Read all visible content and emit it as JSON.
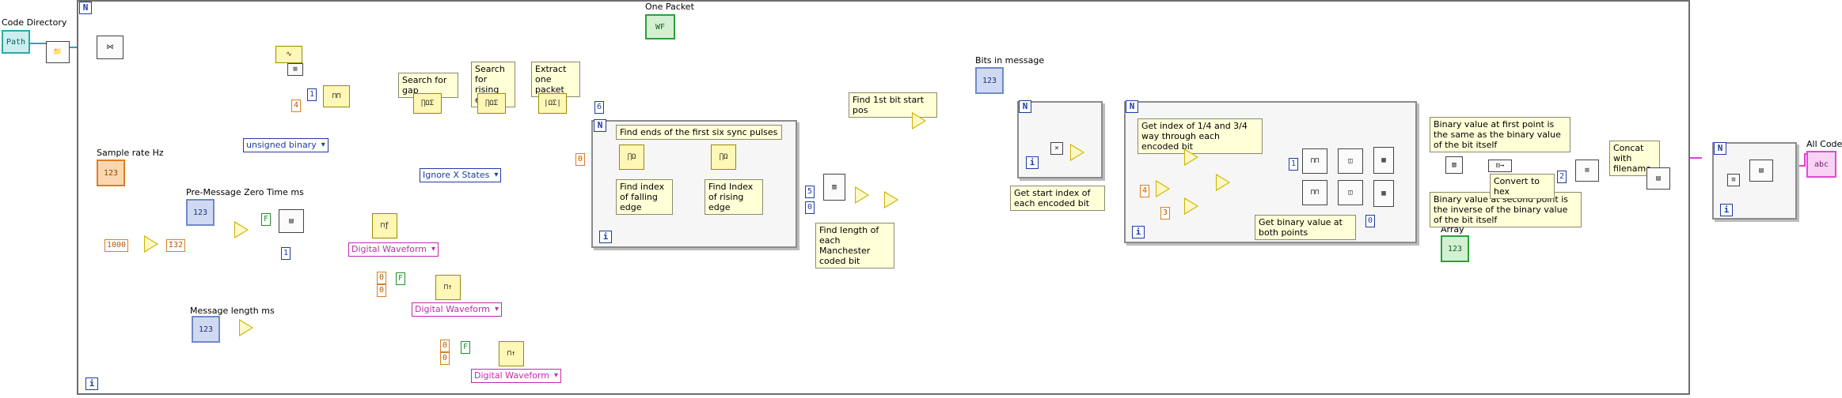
{
  "labels": {
    "code_directory": "Code Directory",
    "one_packet": "One Packet",
    "sample_rate": "Sample rate Hz",
    "pre_message_zero": "Pre-Message Zero Time ms",
    "message_length": "Message length ms",
    "bits_in_message": "Bits in message",
    "all_codes": "All Codes",
    "array": "Array"
  },
  "notes": {
    "search_gap": "Search for gap",
    "search_rising": "Search for rising edge",
    "extract_packet": "Extract one packet",
    "find_ends": "Find ends of the first six sync pulses",
    "find_falling": "Find index of falling edge",
    "find_rising": "Find Index of rising edge",
    "find_first_bit": "Find 1st bit start pos",
    "find_length": "Find length of each Manchester coded bit",
    "start_index": "Get start index of each encoded bit",
    "index_14_34": "Get index of 1/4 and 3/4 way through each encoded bit",
    "binary_both": "Get binary value at both points",
    "binary_first": "Binary value at first point is the same as the binary value of the bit itself",
    "binary_second": "Binary value at second point is the inverse of the binary value of the bit itself",
    "convert_hex": "Convert to hex",
    "concat_filename": "Concat with filename"
  },
  "constants": {
    "val_1000": "1000",
    "val_4": "4",
    "val_1": "1",
    "val_6": "6",
    "val_0": "0",
    "val_5": "5",
    "val_3": "3",
    "val_2": "2",
    "i32": "I32",
    "bool_f": "F"
  },
  "enums": {
    "unsigned_binary": "unsigned binary",
    "ignore_x": "Ignore X States",
    "digital_waveform": "Digital Waveform"
  },
  "tags": {
    "n": "N",
    "i": "i"
  },
  "colors": {
    "wire_orange": "#f28c28",
    "wire_blue": "#2440b0",
    "wire_green": "#1f8f2f",
    "wire_pink": "#e040d0",
    "wire_teal": "#2ea8a8",
    "wire_brown": "#8a6a00"
  }
}
